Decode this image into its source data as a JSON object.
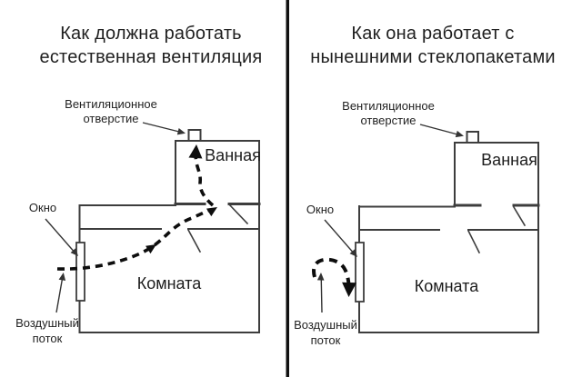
{
  "colors": {
    "background": "#ffffff",
    "wall": "#3d3d3d",
    "arrow": "#0d0d0d",
    "text": "#222222",
    "divider": "#111111"
  },
  "left": {
    "title": [
      "Как должна работать",
      "естественная вентиляция"
    ],
    "vent_label": [
      "Вентиляционное",
      "отверстие"
    ],
    "window_label": "Окно",
    "airflow_label": [
      "Воздушный",
      "поток"
    ],
    "bathroom_label": "Ванная",
    "room_label": "Комната"
  },
  "right": {
    "title": [
      "Как она работает с",
      "нынешними стеклопакетами"
    ],
    "vent_label": [
      "Вентиляционное",
      "отверстие"
    ],
    "window_label": "Окно",
    "airflow_label": [
      "Воздушный",
      "поток"
    ],
    "bathroom_label": "Ванная",
    "room_label": "Комната"
  }
}
